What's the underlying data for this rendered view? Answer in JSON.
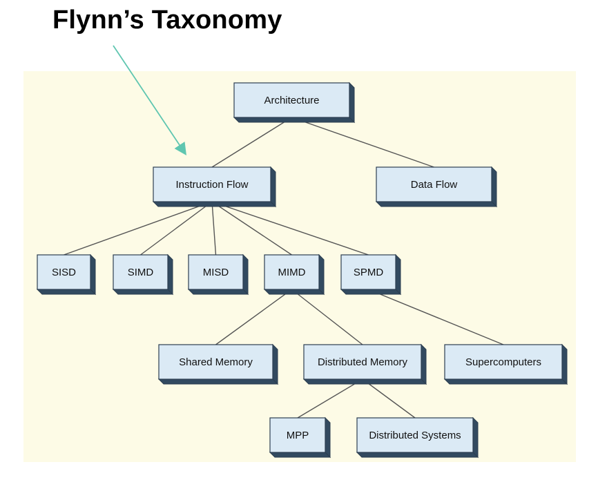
{
  "title": "Flynn’s Taxonomy",
  "colors": {
    "panel_bg": "#fdfbe6",
    "box_face": "#dbeaf5",
    "box_side": "#324a60",
    "box_top": "#a9c3d8",
    "box_border": "#2c3e50",
    "connector": "#555555",
    "arrow": "#5fc6b0",
    "text": "#111111"
  },
  "nodes": [
    {
      "id": "architecture",
      "label": "Architecture"
    },
    {
      "id": "instruction-flow",
      "label": "Instruction Flow"
    },
    {
      "id": "data-flow",
      "label": "Data Flow"
    },
    {
      "id": "sisd",
      "label": "SISD"
    },
    {
      "id": "simd",
      "label": "SIMD"
    },
    {
      "id": "misd",
      "label": "MISD"
    },
    {
      "id": "mimd",
      "label": "MIMD"
    },
    {
      "id": "spmd",
      "label": "SPMD"
    },
    {
      "id": "shared-memory",
      "label": "Shared Memory"
    },
    {
      "id": "distributed-memory",
      "label": "Distributed Memory"
    },
    {
      "id": "supercomputers",
      "label": "Supercomputers"
    },
    {
      "id": "mpp",
      "label": "MPP"
    },
    {
      "id": "distributed-systems",
      "label": "Distributed Systems"
    }
  ],
  "edges": [
    [
      "architecture",
      "instruction-flow"
    ],
    [
      "architecture",
      "data-flow"
    ],
    [
      "instruction-flow",
      "sisd"
    ],
    [
      "instruction-flow",
      "simd"
    ],
    [
      "instruction-flow",
      "misd"
    ],
    [
      "instruction-flow",
      "mimd"
    ],
    [
      "instruction-flow",
      "spmd"
    ],
    [
      "mimd",
      "shared-memory"
    ],
    [
      "mimd",
      "distributed-memory"
    ],
    [
      "spmd",
      "supercomputers"
    ],
    [
      "distributed-memory",
      "mpp"
    ],
    [
      "distributed-memory",
      "distributed-systems"
    ]
  ]
}
